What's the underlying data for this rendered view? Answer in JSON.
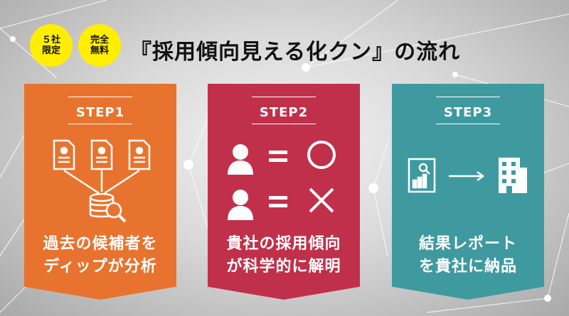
{
  "badges": [
    {
      "line1": "５社",
      "line2": "限定"
    },
    {
      "line1": "完全",
      "line2": "無料"
    }
  ],
  "title": "『採用傾向見える化クン』の流れ",
  "steps": [
    {
      "label": "STEP1",
      "text_line1": "過去の候補者を",
      "text_line2": "ディップが分析",
      "color": "#e8732e"
    },
    {
      "label": "STEP2",
      "text_line1": "貴社の採用傾向",
      "text_line2": "が科学的に解明",
      "color": "#c0304a"
    },
    {
      "label": "STEP3",
      "text_line1": "結果レポート",
      "text_line2": "を貴社に納品",
      "color": "#3f9aa0"
    }
  ],
  "icons": {
    "step1": [
      "resume-document-icon",
      "resume-document-icon",
      "resume-document-icon",
      "database-magnifier-icon"
    ],
    "step2": [
      "person-icon",
      "equals-icon",
      "circle-icon",
      "person-icon",
      "equals-icon",
      "cross-icon"
    ],
    "step3": [
      "report-chart-icon",
      "arrow-right-icon",
      "building-icon"
    ]
  }
}
